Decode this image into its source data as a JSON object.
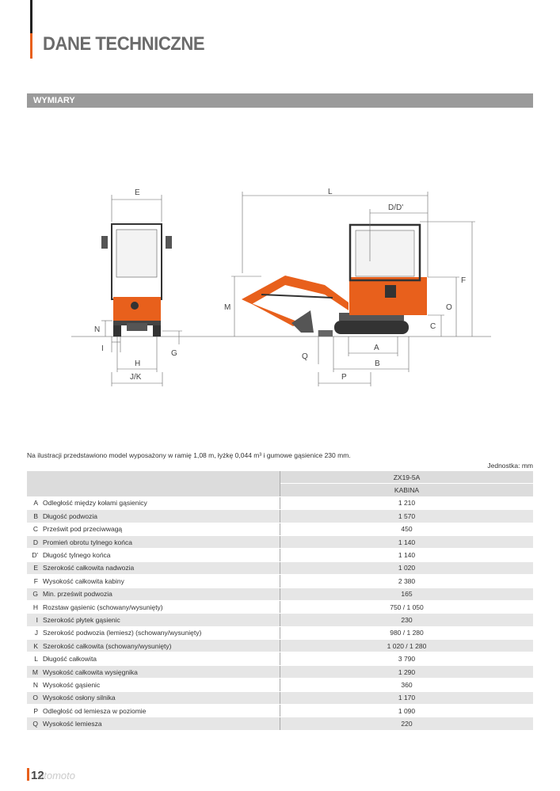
{
  "page": {
    "title": "DANE TECHNICZNE",
    "section": "WYMIARY",
    "note": "Na ilustracji przedstawiono model wyposażony w ramię 1,08 m, łyżkę 0,044 m³ i gumowe gąsienice 230 mm.",
    "unit": "Jednostka: mm",
    "page_number": "12",
    "watermark": "otomoto"
  },
  "colors": {
    "accent": "#e8601c",
    "machine": "#e8601c",
    "header_bar": "#9a9a9a",
    "row_alt": "#e6e6e6"
  },
  "drawing_labels": {
    "E": "E",
    "N": "N",
    "I": "I",
    "G": "G",
    "H": "H",
    "JK": "J/K",
    "L": "L",
    "DD": "D/D'",
    "F": "F",
    "M": "M",
    "O": "O",
    "C": "C",
    "Q": "Q",
    "A": "A",
    "B": "B",
    "P": "P"
  },
  "table": {
    "model": "ZX19-5A",
    "model_suffix": "",
    "variant": "KABINA",
    "rows": [
      {
        "letter": "A",
        "label": "Odległość między kołami gąsienicy",
        "value": "1 210"
      },
      {
        "letter": "B",
        "label": "Długość podwozia",
        "value": "1 570"
      },
      {
        "letter": "C",
        "label": "Prześwit pod przeciwwagą",
        "value": "450"
      },
      {
        "letter": "D",
        "label": "Promień obrotu tylnego końca",
        "value": "1 140"
      },
      {
        "letter": "D'",
        "label": "Długość tylnego końca",
        "value": "1 140"
      },
      {
        "letter": "E",
        "label": "Szerokość całkowita nadwozia",
        "value": "1 020"
      },
      {
        "letter": "F",
        "label": "Wysokość całkowita kabiny",
        "value": "2 380"
      },
      {
        "letter": "G",
        "label": "Min. prześwit podwozia",
        "value": "165"
      },
      {
        "letter": "H",
        "label": "Rozstaw gąsienic (schowany/wysunięty)",
        "value": "750 / 1 050"
      },
      {
        "letter": "I",
        "label": "Szerokość płytek gąsienic",
        "value": "230"
      },
      {
        "letter": "J",
        "label": "Szerokość podwozia (lemiesz) (schowany/wysunięty)",
        "value": "980 / 1 280"
      },
      {
        "letter": "K",
        "label": "Szerokość całkowita (schowany/wysunięty)",
        "value": "1 020 / 1 280"
      },
      {
        "letter": "L",
        "label": "Długość całkowita",
        "value": "3 790"
      },
      {
        "letter": "M",
        "label": "Wysokość całkowita wysięgnika",
        "value": "1 290"
      },
      {
        "letter": "N",
        "label": "Wysokość gąsienic",
        "value": "360"
      },
      {
        "letter": "O",
        "label": "Wysokość osłony silnika",
        "value": "1 170"
      },
      {
        "letter": "P",
        "label": "Odległość od lemiesza w poziomie",
        "value": "1 090"
      },
      {
        "letter": "Q",
        "label": "Wysokość lemiesza",
        "value": "220"
      }
    ]
  }
}
